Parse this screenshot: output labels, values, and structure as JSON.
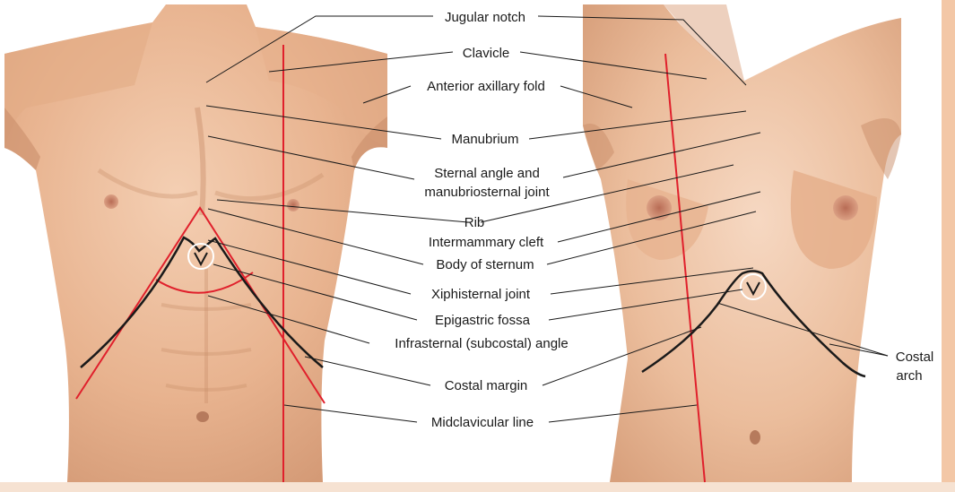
{
  "colors": {
    "skin_base": "#eab894",
    "skin_shadow": "#d69a76",
    "skin_light": "#f6d6bd",
    "page_bg": "#ffffff",
    "frame_accent": "#f3c7a6",
    "red_line": "#e0202c",
    "leader": "#1a1a1a",
    "areola": "#c9826a"
  },
  "labels": {
    "jugular_notch": "Jugular notch",
    "clavicle": "Clavicle",
    "anterior_axillary_fold": "Anterior axillary fold",
    "manubrium": "Manubrium",
    "sternal_angle_1": "Sternal angle and",
    "sternal_angle_2": "manubriosternal joint",
    "rib": "Rib",
    "intermammary_cleft": "Intermammary cleft",
    "body_of_sternum": "Body of sternum",
    "xiphisternal_joint": "Xiphisternal joint",
    "epigastric_fossa": "Epigastric fossa",
    "infrasternal_angle": "Infrasternal (subcostal) angle",
    "costal_margin": "Costal margin",
    "midclavicular_line": "Midclavicular line",
    "costal_arch_1": "Costal",
    "costal_arch_2": "arch"
  }
}
